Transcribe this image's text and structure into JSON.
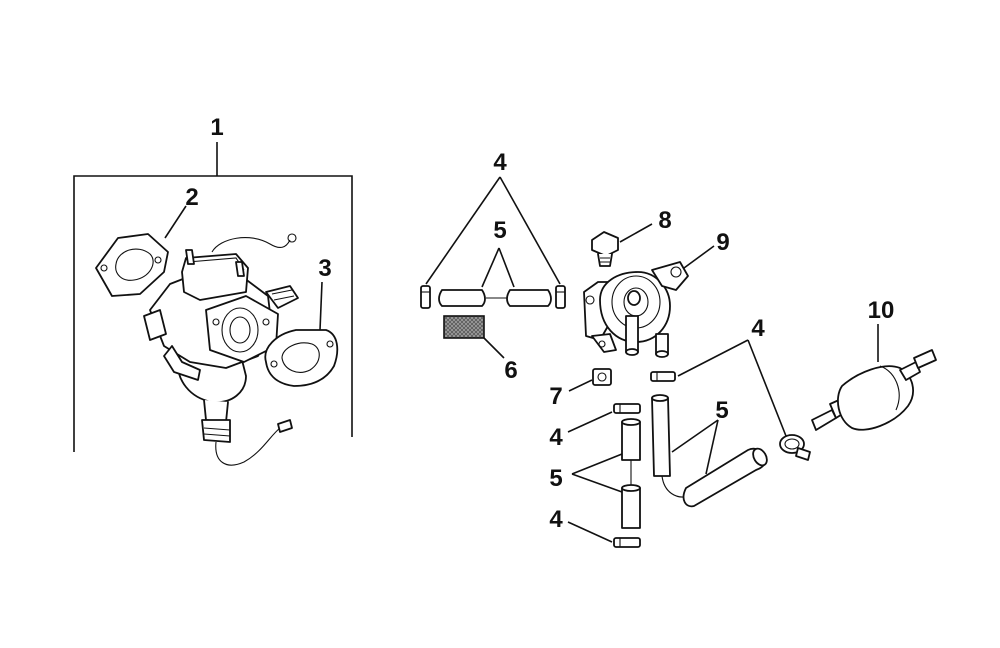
{
  "diagram": {
    "callouts": {
      "c1": "1",
      "c2": "2",
      "c3": "3",
      "c4a": "4",
      "c5a": "5",
      "c6": "6",
      "c7": "7",
      "c8": "8",
      "c9": "9",
      "c10": "10",
      "c4b": "4",
      "c5b": "5",
      "c4c": "4",
      "c5c": "5",
      "c4d": "4"
    },
    "colors": {
      "ink": "#111111",
      "background": "#ffffff",
      "filter_pad": "#888888"
    }
  }
}
